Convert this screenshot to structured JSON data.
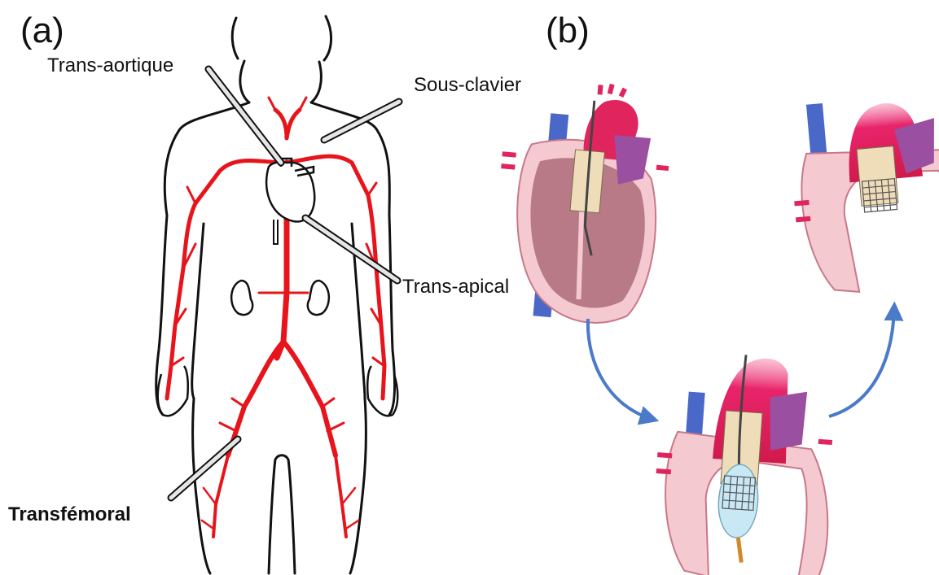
{
  "panels": {
    "a": {
      "label": "(a)"
    },
    "b": {
      "label": "(b)"
    }
  },
  "routes": {
    "trans_aortique": "Trans-aortique",
    "sous_clavier": "Sous-clavier",
    "trans_apical": "Trans-apical",
    "transfemoral": "Transfémoral"
  },
  "colors": {
    "artery": "#e8141b",
    "outline": "#111111",
    "catheter": "#e6e6e6",
    "aorta": "#e0245e",
    "pulmonary": "#9b4fa0",
    "vena_cava": "#4a68c7",
    "myocardium": "#b77a86",
    "endocardium": "#f4c9cf",
    "sheath": "#efdcb8",
    "valve_frame": "#666666",
    "balloon": "#c8e8f5",
    "flow_arrow": "#4a7ac8"
  }
}
